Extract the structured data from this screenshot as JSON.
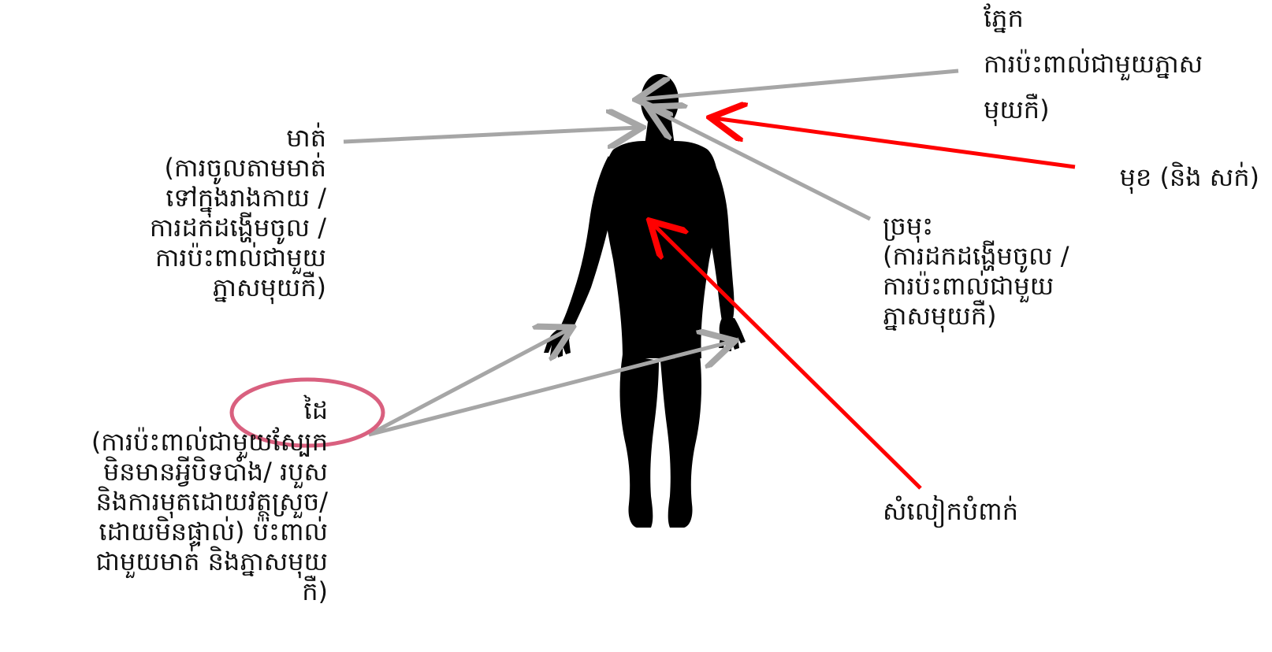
{
  "diagram": {
    "labels": {
      "eyes": {
        "title": "ភ្នែក",
        "desc": [
          "ការប៉ះពាល់ជាមួយភ្នាស",
          "មុយកឺ)"
        ]
      },
      "mouth": {
        "title": "មាត់",
        "desc": [
          "(ការចូលតាមមាត់",
          "ទៅក្នុងរាងកាយ /",
          "ការដកដង្ហើមចូល /",
          "ការប៉ះពាល់ជាមួយ",
          "ភ្នាសមុយកឺ)"
        ]
      },
      "face": {
        "title": "មុខ (និង សក់)"
      },
      "nose": {
        "title": "ច្រមុះ",
        "desc": [
          "(ការដកដង្ហើមចូល /",
          "ការប៉ះពាល់ជាមួយ",
          "ភ្នាសមុយកឺ)"
        ]
      },
      "hands": {
        "title": "ដៃ",
        "desc": [
          "(ការប៉ះពាល់ជាមួយស្បែក",
          "មិនមានអ្វីបិទបាំង/ របួស",
          "និងការមុតដោយវត្ថុស្រួច/",
          "ដោយមិនផ្ទាល់) ប៉ះពាល់",
          "ជាមួយមាត់ និងភ្នាសមុយ",
          "កឺ)"
        ]
      },
      "clothes": {
        "title": "សំលៀកបំពាក់"
      }
    },
    "colors": {
      "gray_arrow": "#a6a6a6",
      "red_arrow": "#ff0000",
      "highlight_ellipse": "#d9607f",
      "silhouette": "#000000"
    }
  }
}
